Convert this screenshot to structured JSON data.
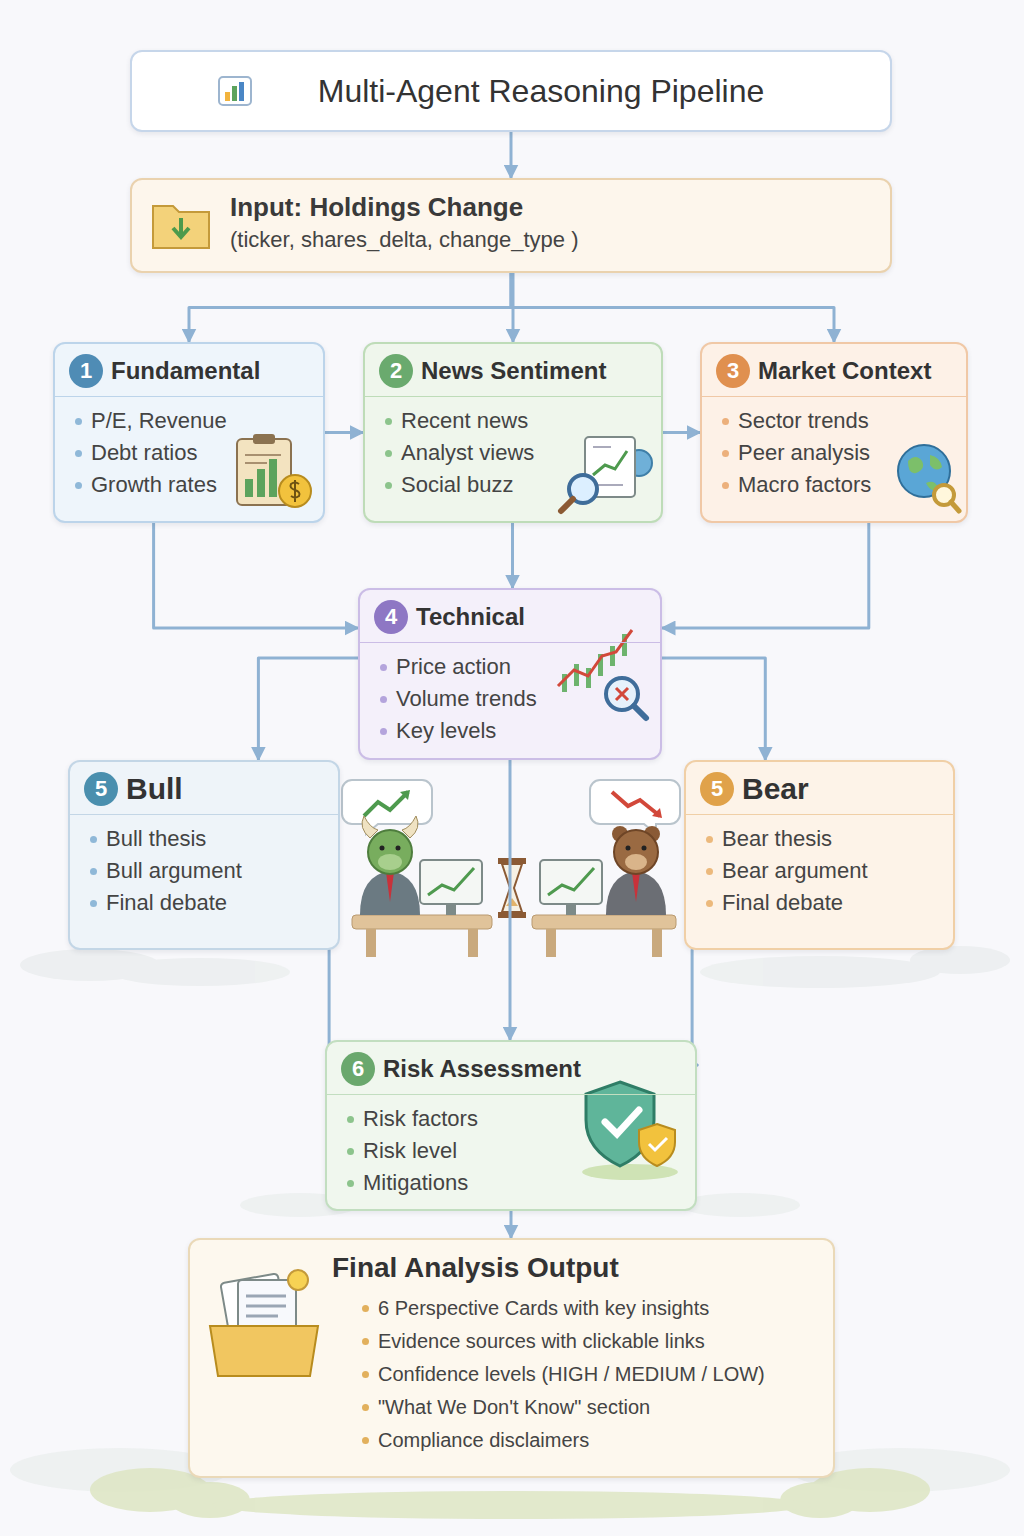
{
  "diagram": {
    "nodes": [
      {
        "text": [
          "Multi-Agent Reasoning Pipeline"
        ]
      },
      {
        "text": [
          "Input: Holdings Change",
          "(ticker, shares_delta, change_type )"
        ]
      },
      {
        "text": [
          "1",
          "Fundamental",
          "P/E, Revenue",
          "Debt ratios",
          "Growth rates"
        ]
      },
      {
        "text": [
          "2",
          "News Sentiment",
          "Recent news",
          "Analyst views",
          "Social buzz"
        ]
      },
      {
        "text": [
          "3",
          "Market Context",
          "Sector trends",
          "Peer analysis",
          "Macro factors"
        ]
      },
      {
        "text": [
          "4",
          "Technical",
          "Price action",
          "Volume trends",
          "Key levels"
        ]
      },
      {
        "text": [
          "5",
          "Bull",
          "Bull thesis",
          "Bull argument",
          "Final debate"
        ]
      },
      {
        "text": [
          "5",
          "Bear",
          "Bear thesis",
          "Bear argument",
          "Final debate"
        ]
      },
      {
        "text": [
          "6",
          "Risk Assessment",
          "Risk factors",
          "Risk level",
          "Mitigations"
        ]
      },
      {
        "text": [
          "Final Analysis Output",
          "6 Perspective Cards with key insights",
          "Evidence sources with clickable links",
          "Confidence levels (HIGH / MEDIUM / LOW)",
          "\"What We Don't Know\" section",
          "Compliance disclaimers"
        ]
      }
    ],
    "edges": [
      {
        "from": 0,
        "to": 1,
        "arrow": "to"
      },
      {
        "from": 1,
        "to": 2,
        "arrow": "to"
      },
      {
        "from": 1,
        "to": 3,
        "arrow": "to"
      },
      {
        "from": 1,
        "to": 4,
        "arrow": "to"
      },
      {
        "from": 2,
        "to": 3,
        "arrow": "to"
      },
      {
        "from": 3,
        "to": 4,
        "arrow": "to"
      },
      {
        "from": 2,
        "to": 5,
        "arrow": "to"
      },
      {
        "from": 3,
        "to": 5,
        "arrow": "to"
      },
      {
        "from": 4,
        "to": 5,
        "arrow": "to"
      },
      {
        "from": 5,
        "to": 6,
        "arrow": "to"
      },
      {
        "from": 5,
        "to": 7,
        "arrow": "to"
      },
      {
        "from": 5,
        "to": 8,
        "arrow": "to"
      },
      {
        "from": 6,
        "to": 8,
        "arrow": "to"
      },
      {
        "from": 7,
        "to": 8,
        "arrow": "to"
      },
      {
        "from": 8,
        "to": 9,
        "arrow": "to"
      }
    ]
  }
}
